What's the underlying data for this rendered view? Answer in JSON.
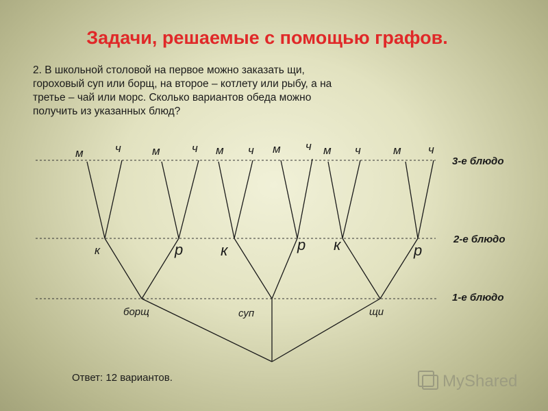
{
  "title": "Задачи, решаемые с помощью графов.",
  "problem": "2. В школьной столовой на первое можно заказать щи, гороховый суп или борщ, на второе – котлету или рыбу, а на третье – чай или морс. Сколько вариантов обеда можно получить из указанных блюд?",
  "answer": "Ответ: 12 вариантов.",
  "levels": {
    "third": "3-е блюдо",
    "second": "2-е блюдо",
    "first": "1-е блюдо"
  },
  "first_course": [
    "борщ",
    "суп",
    "щи"
  ],
  "second_course": [
    "к",
    "р",
    "к",
    "р",
    "к",
    "р"
  ],
  "third_course": [
    "м",
    "ч",
    "м",
    "ч",
    "м",
    "ч",
    "м",
    "ч",
    "м",
    "ч",
    "м",
    "ч"
  ],
  "watermark": "MyShared",
  "colors": {
    "title": "#e02828",
    "lines": "#1a1a1a"
  }
}
